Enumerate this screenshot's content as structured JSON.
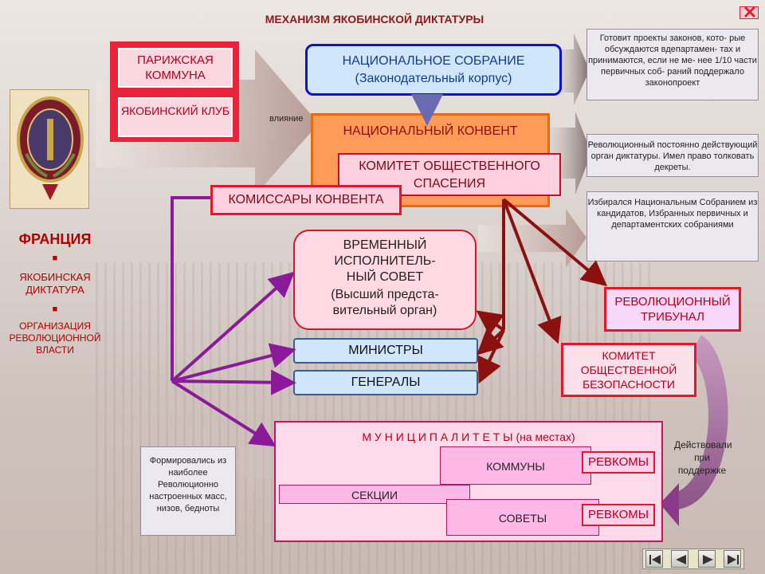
{
  "title": "МЕХАНИЗМ ЯКОБИНСКОЙ ДИКТАТУРЫ",
  "sidebar": {
    "country": "ФРАНЦИЯ",
    "bullet": "■",
    "item1": "ЯКОБИНСКАЯ ДИКТАТУРА",
    "item2": "ОРГАНИЗАЦИЯ РЕВОЛЮЦИОННОЙ ВЛАСТИ"
  },
  "paris_commune": "ПАРИЖСКАЯ КОММУНА",
  "jacobin_club": "ЯКОБИНСКИЙ КЛУБ",
  "influence": "влияние",
  "national_assembly": {
    "title": "НАЦИОНАЛЬНОЕ СОБРАНИЕ",
    "subtitle": "(Законодательный корпус)"
  },
  "national_convention": "НАЦИОНАЛЬНЫЙ КОНВЕНТ",
  "public_safety_committee": "КОМИТЕТ ОБЩЕСТВЕННОГО СПАСЕНИЯ",
  "commissars": "КОМИССАРЫ КОНВЕНТА",
  "provisional_council": {
    "title": "ВРЕМЕННЫЙ ИСПОЛНИТЕЛЬ- НЫЙ СОВЕТ",
    "subtitle": "(Высший предста- вительный орган)"
  },
  "ministers": "МИНИСТРЫ",
  "generals": "ГЕНЕРАЛЫ",
  "info1": "Готовит проекты законов, кото- рые обсуждаются вдепартамен- тах и принимаются, если не ме- нее 1/10 части первичных соб- раний поддержало законопроект",
  "info2": "Революционный постоянно действующий орган диктатуры. Имел право толковать декреты.",
  "info3": "Избирался Национальным Собранием из кандидатов, Избранных первичных и департаментских собраниями",
  "revolutionary_tribunal": "РЕВОЛЮЦИОННЫЙ ТРИБУНАЛ",
  "general_security_committee": "КОМИТЕТ ОБЩЕСТВЕННОЙ БЕЗОПАСНОСТИ",
  "municipalities": "М У Н И Ц И П А Л И Т Е Т Ы (на местах)",
  "communes": "КОММУНЫ",
  "revkoms1": "РЕВКОМЫ",
  "sections": "СЕКЦИИ",
  "soviets": "СОВЕТЫ",
  "revkoms2": "РЕВКОМЫ",
  "formed_note": "Формировались из наиболее Революционно настроенных масс, низов, бедноты",
  "support_note": "Действовали при поддержке",
  "colors": {
    "red": "#e0182a",
    "purple": "#8a1a9a",
    "darkred": "#8b1010",
    "blue_border": "#1010d0"
  },
  "nav_icons": [
    "first-icon",
    "prev-icon",
    "next-icon",
    "last-icon"
  ],
  "close_icon": "close-icon"
}
